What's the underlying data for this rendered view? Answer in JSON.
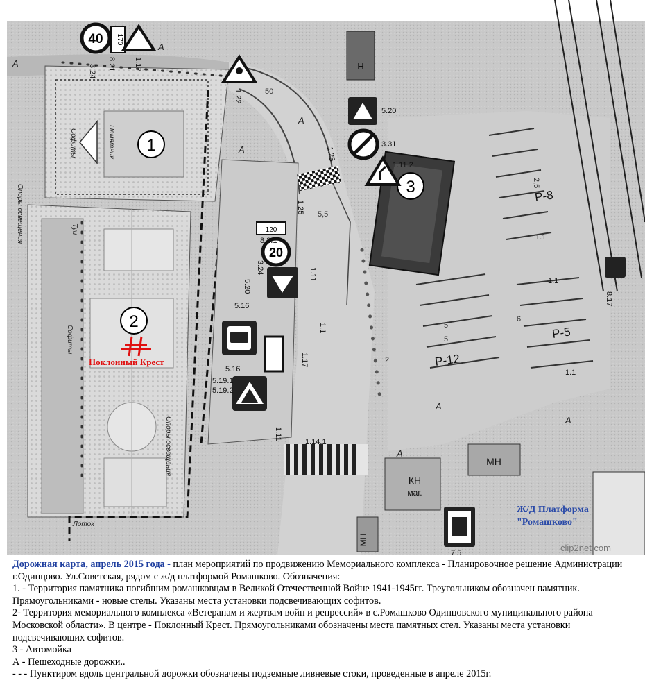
{
  "map": {
    "zones": [
      {
        "id": "zone1",
        "number": "1"
      },
      {
        "id": "zone2",
        "number": "2"
      },
      {
        "id": "zone3",
        "number": "3"
      }
    ],
    "cross_label": "Поклонный Крест",
    "station_line1": "Ж/Д Платформа",
    "station_line2": "\"Ромашково\"",
    "watermark": "clip2net.com",
    "building_labels": {
      "h": "Н",
      "mn": "МН",
      "kn_line1": "КН",
      "kn_line2": "маг.",
      "mn_small": "МН"
    },
    "parking": {
      "p8": "Р-8",
      "p5": "Р-5",
      "p12": "Р-12"
    },
    "sign_values": {
      "speed40": "40",
      "speed20": "20"
    },
    "sign_codes": {
      "s324a": "3.24",
      "s821a": "8.21",
      "s117": "1.17",
      "s122": "1.22",
      "s520a": "5.20",
      "s331": "3.31",
      "s125a": "1.25",
      "s1112": "1.11.2",
      "s125b": "1.25",
      "s821b": "8.2.1",
      "s324b": "3.24",
      "s520b": "5.20",
      "s516a": "5.16",
      "s516b": "5.16",
      "s5191": "5.19.1",
      "s5192": "5.19.2",
      "s111a": "1.11",
      "s11a": "1.1",
      "s117b": "1.17",
      "s111b": "1.11",
      "s1141": "1.14.1",
      "s75": "7.5",
      "s817": "8.17",
      "s11b": "1.1",
      "s11c": "1.1",
      "s11d": "1.1"
    },
    "plate_values": {
      "p170": "170",
      "p120": "120"
    },
    "dimensions": {
      "d50": "50",
      "d55": "5,5",
      "d25": "2,5",
      "d6": "6",
      "d5a": "5",
      "d5b": "5",
      "d2": "2"
    },
    "street_letter": "А",
    "side_notes": {
      "sofity": "Софиты",
      "pamyatnik": "Памятник",
      "tui": "Туи",
      "opory": "Опоры освещения",
      "lotok": "Лоток"
    }
  },
  "legend": {
    "title_link": "Дорожная карта",
    "title_rest": ", апрель 2015 года - ",
    "title_desc": "план мероприятий по продвижению Мемориального комплекса - Планировочное решение Администрации г.Одинцово. Ул.Советская, рядом с ж/д платформой Ромашково. Обозначения:",
    "item1": "1. - Территория памятника погибшим ромашковцам в Великой Отечественной Войне 1941-1945гг. Треугольником обозначен памятник. Прямоугольниками - новые стелы. Указаны места установки подсвечивающих софитов.",
    "item2": "2- Территория мемориального комплекса «Ветеранам и жертвам войн и репрессий» в с.Ромашково Одинцовского муниципального района Московской области». В центре - Поклонный Крест. Прямоугольниками обозначены места памятных стел. Указаны места установки подсвечивающих софитов.",
    "item3": "3 - Автомойка",
    "item4": "А - Пешеходные дорожки..",
    "item5": "- - - Пунктиром вдоль центральной дорожки обозначены подземные ливневые стоки, проведенные в апреле 2015г."
  }
}
